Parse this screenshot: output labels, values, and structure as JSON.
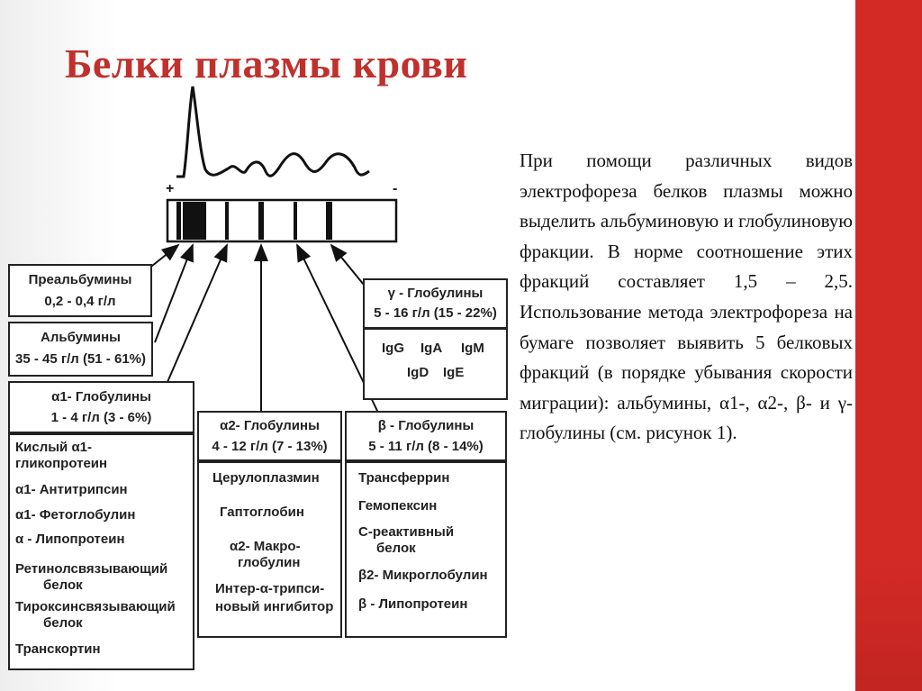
{
  "title": "Белки плазмы крови",
  "paragraph": "При помощи различных видов электрофореза белков плазмы можно выделить альбуминовую и глобулиновую фракции. В норме соотношение этих фракций составляет 1,5 – 2,5. Использование метода электрофореза на бумаге позволяет выявить 5 белковых фракций (в порядке убывания скорости миграции): альбумины, α1-, α2-, β- и γ-глобулины (см. рисунок 1).",
  "electrophoresis": {
    "plus": "+",
    "minus": "-"
  },
  "prealbumin": {
    "name": "Преальбумины",
    "value": "0,2 - 0,4 г/л"
  },
  "albumin": {
    "name": "Альбумины",
    "value": "35 - 45 г/л (51 - 61%)"
  },
  "alpha1": {
    "name": "α1- Глобулины",
    "value": "1 - 4 г/л (3 - 6%)",
    "items": [
      "Кислый   α1-",
      "гликопротеин",
      "α1- Антитрипсин",
      "α1- Фетоглобулин",
      "α - Липопротеин",
      "Ретинолсвязывающий",
      "белок",
      "Тироксинсвязывающий",
      "белок",
      "Транскортин"
    ]
  },
  "alpha2": {
    "name": "α2- Глобулины",
    "value": "4 - 12 г/л (7 - 13%)",
    "items": [
      "Церулоплазмин",
      "Гаптоглобин",
      "α2- Макро-",
      "глобулин",
      "Интер-α-трипси-",
      "новый ингибитор"
    ]
  },
  "beta": {
    "name": "β - Глобулины",
    "value": "5 - 11 г/л (8 - 14%)",
    "items": [
      "Трансферрин",
      "Гемопексин",
      "С-реактивный",
      "белок",
      "β2- Микроглобулин",
      "β - Липопротеин"
    ]
  },
  "gamma": {
    "name": "γ - Глобулины",
    "value": "5 - 16 г/л (15 - 22%)",
    "items": [
      "IgG",
      "IgA",
      "IgM",
      "IgD",
      "IgE"
    ]
  }
}
